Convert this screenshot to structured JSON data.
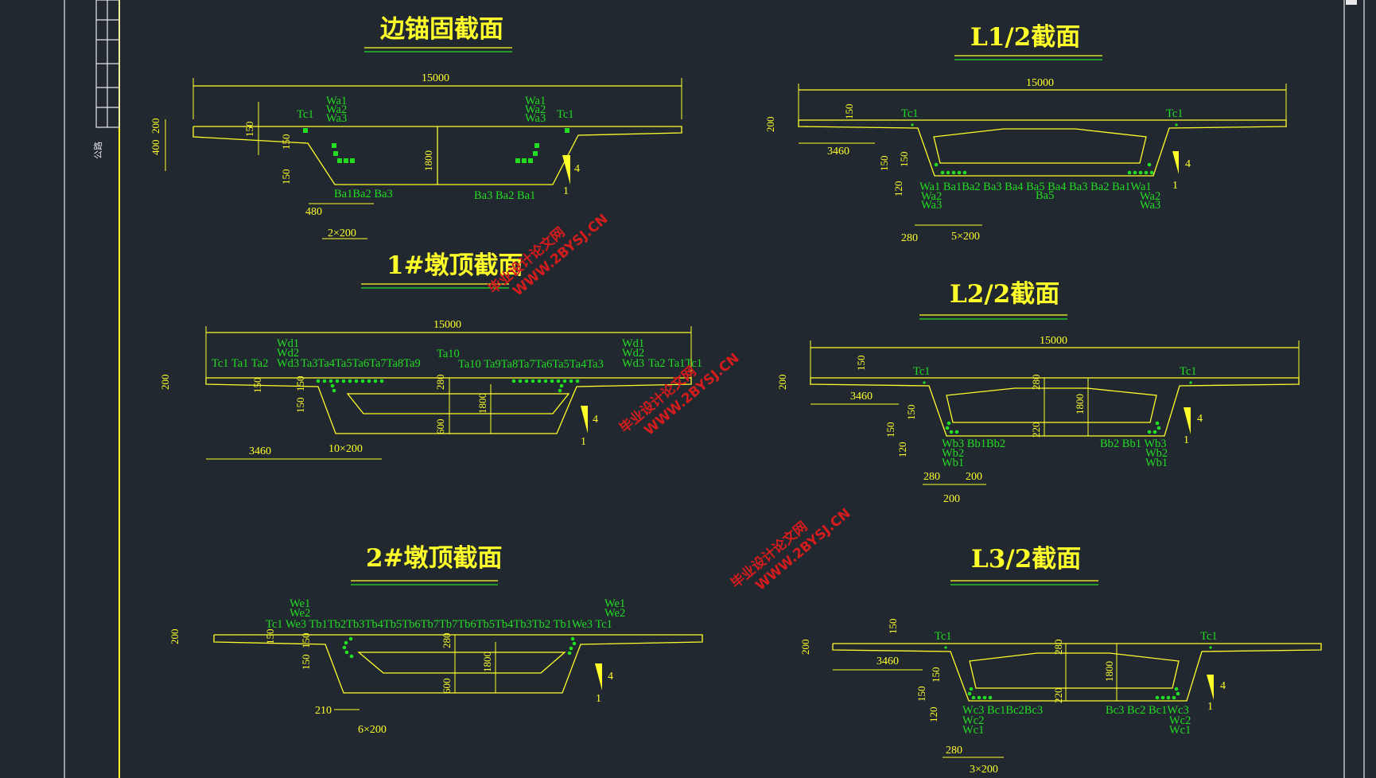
{
  "sidebar": {
    "label": "公路"
  },
  "sections": {
    "s1": {
      "title": "边锚固截面",
      "dims": {
        "width": "15000",
        "h200": "200",
        "h400": "400",
        "d150a": "150",
        "d150b": "150",
        "d150c": "150",
        "d1800": "1800",
        "d480": "480",
        "d2x200": "2×200"
      },
      "labels": {
        "wa_left": [
          "Wa1",
          "Wa2",
          "Wa3"
        ],
        "wa_right": [
          "Wa1",
          "Wa2",
          "Wa3"
        ],
        "tc_left": "Tc1",
        "tc_right": "Tc1",
        "ba_left": "Ba1Ba2 Ba3",
        "ba_right": "Ba3 Ba2 Ba1"
      },
      "slope": {
        "top": "4",
        "bottom": "1"
      }
    },
    "s2": {
      "title": "1#墩顶截面",
      "dims": {
        "width": "15000",
        "h200": "200",
        "d150a": "150",
        "d150b": "150",
        "d150c": "150",
        "d280": "280",
        "d1800": "1800",
        "d600": "600",
        "d3460": "3460",
        "d10x200": "10×200"
      },
      "labels": {
        "wd_left": [
          "Wd1",
          "Wd2",
          "Wd3"
        ],
        "wd_right": [
          "Wd1",
          "Wd2",
          "Wd3"
        ],
        "ta10": "Ta10",
        "ta_left": "Tc1 Ta1 Ta2",
        "ta_left2": "Ta3Ta4Ta5Ta6Ta7Ta8Ta9",
        "ta_right2": "Ta10 Ta9Ta8Ta7Ta6Ta5Ta4Ta3",
        "ta_right": "Ta2 Ta1Tc1"
      },
      "slope": {
        "top": "4",
        "bottom": "1"
      }
    },
    "s3": {
      "title": "2#墩顶截面",
      "dims": {
        "h200": "200",
        "d150a": "150",
        "d150b": "150",
        "d150c": "150",
        "d280": "280",
        "d1800": "1800",
        "d600": "600",
        "d210": "210",
        "d6x200": "6×200"
      },
      "labels": {
        "we_left": [
          "We1",
          "We2"
        ],
        "we_right": [
          "We1",
          "We2"
        ],
        "tb_row": "Tc1 We3 Tb1Tb2Tb3Tb4Tb5Tb6Tb7Tb7Tb6Tb5Tb4Tb3Tb2 Tb1We3    Tc1"
      },
      "slope": {
        "top": "4",
        "bottom": "1"
      }
    },
    "s4": {
      "title": "L1/2截面",
      "dims": {
        "width": "15000",
        "h200": "200",
        "d150a": "150",
        "d150b": "150",
        "d150c": "150",
        "d120": "120",
        "d3460": "3460",
        "d280": "280",
        "d5x200": "5×200"
      },
      "labels": {
        "tc_left": "Tc1",
        "tc_right": "Tc1",
        "ba_row": "Wa1 Ba1Ba2 Ba3 Ba4 Ba5  Ba4 Ba3 Ba2 Ba1Wa1",
        "ba5": "Ba5",
        "wa_left": [
          "Wa2",
          "Wa3"
        ],
        "wa_right": [
          "Wa2",
          "Wa3"
        ]
      },
      "slope": {
        "top": "4",
        "bottom": "1"
      }
    },
    "s5": {
      "title": "L2/2截面",
      "dims": {
        "width": "15000",
        "h200": "200",
        "d150a": "150",
        "d150b": "150",
        "d150c": "150",
        "d120": "120",
        "d280": "280",
        "d1800": "1800",
        "d220": "220",
        "d3460": "3460",
        "d280b": "280",
        "d200a": "200",
        "d200b": "200"
      },
      "labels": {
        "tc_left": "Tc1",
        "tc_right": "Tc1",
        "bb_left": "Wb3  Bb1Bb2",
        "bb_right": "Bb2 Bb1 Wb3",
        "wb_left": [
          "Wb2",
          "Wb1"
        ],
        "wb_right": [
          "Wb2",
          "Wb1"
        ]
      },
      "slope": {
        "top": "4",
        "bottom": "1"
      }
    },
    "s6": {
      "title": "L3/2截面",
      "dims": {
        "h200": "200",
        "d150a": "150",
        "d150b": "150",
        "d150c": "150",
        "d120": "120",
        "d280": "280",
        "d1800": "1800",
        "d220": "220",
        "d3460": "3460",
        "d280b": "280",
        "d3x200": "3×200"
      },
      "labels": {
        "tc_left": "Tc1",
        "tc_right": "Tc1",
        "bc_left": "Wc3  Bc1Bc2Bc3",
        "bc_right": "Bc3 Bc2 Bc1Wc3",
        "wc_left": [
          "Wc2",
          "Wc1"
        ],
        "wc_right": [
          "Wc2",
          "Wc1"
        ]
      },
      "slope": {
        "top": "4",
        "bottom": "1"
      }
    }
  },
  "watermarks": [
    {
      "line1": "毕业设计论文网",
      "line2": "WWW.2BYSJ.CN"
    },
    {
      "line1": "毕业设计论文网",
      "line2": "WWW.2BYSJ.CN"
    },
    {
      "line1": "毕业设计论文网",
      "line2": "WWW.2BYSJ.CN"
    }
  ],
  "colors": {
    "background": "#212830",
    "drawing": "#ffff2a",
    "tendon": "#22dd22",
    "frame": "#e8e8e8",
    "watermark": "#d51c1c"
  }
}
